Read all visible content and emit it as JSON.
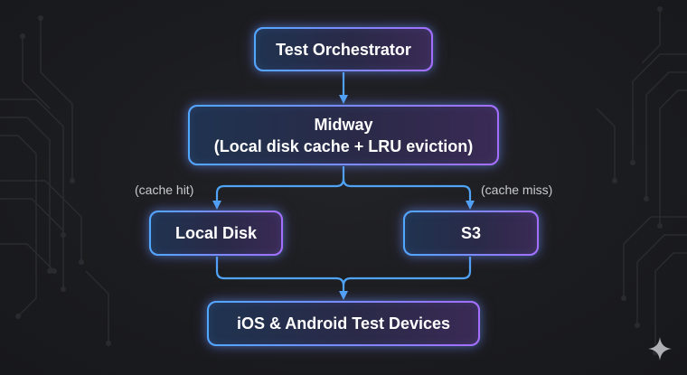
{
  "diagram": {
    "nodes": {
      "orchestrator": "Test Orchestrator",
      "midway_line1": "Midway",
      "midway_line2": "(Local disk cache + LRU eviction)",
      "local_disk": "Local Disk",
      "s3": "S3",
      "devices": "iOS & Android Test Devices"
    },
    "edges": {
      "cache_hit": "(cache hit)",
      "cache_miss": "(cache miss)"
    },
    "colors": {
      "background": "#1b1c1f",
      "arrow": "#4fa3f5",
      "border_start": "#4ea8ff",
      "border_end": "#a56dff",
      "text": "#ffffff",
      "label": "#c9cbd1"
    },
    "icons": {
      "corner": "sparkle-icon"
    }
  }
}
